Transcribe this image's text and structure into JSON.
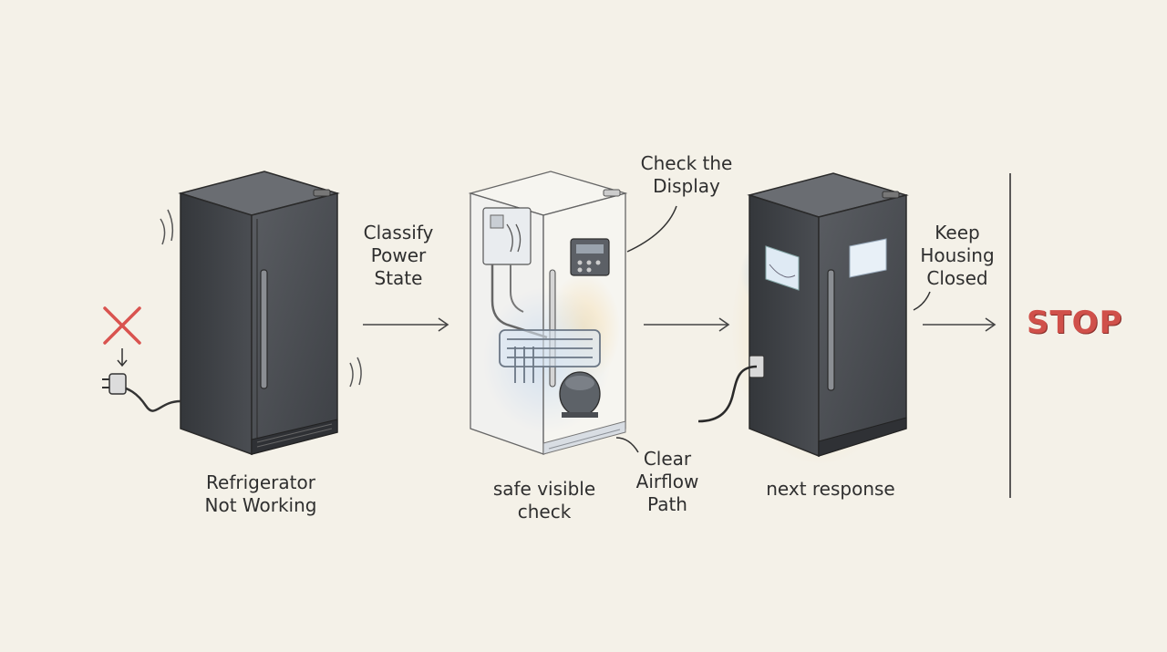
{
  "labels": {
    "stage1": "Refrigerator\nNot Working",
    "classify": "Classify\nPower\nState",
    "check_display": "Check the\nDisplay",
    "safe_check": "safe visible\ncheck",
    "clear_airflow": "Clear\nAirflow\nPath",
    "keep_housing": "Keep\nHousing\nClosed",
    "next_response": "next response",
    "stop": "STOP"
  },
  "colors": {
    "background": "#f4f1e8",
    "fridge_dark": "#46494e",
    "stop_red": "#d0504a",
    "error_x": "#d9534f",
    "glow_blue": "#a9c8e8",
    "glow_amber": "#f2c46b"
  },
  "icons": [
    "x-mark-icon",
    "unplugged-plug-icon",
    "plug-socket-icon",
    "control-panel-icon"
  ]
}
